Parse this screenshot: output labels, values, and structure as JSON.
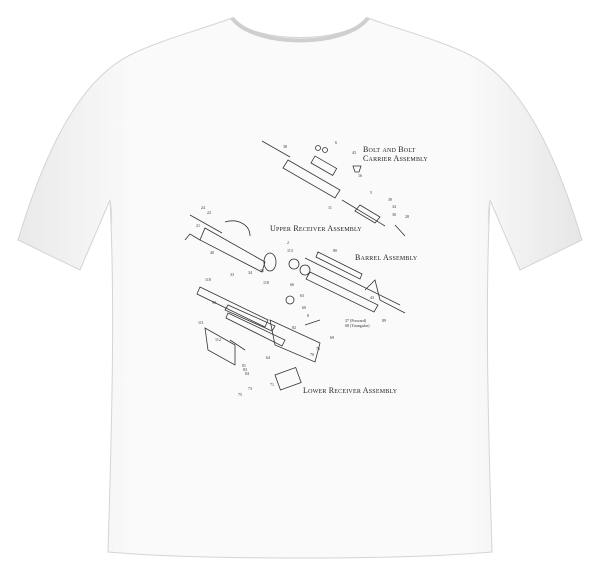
{
  "product": {
    "type": "T-shirt",
    "shirt_color": "#ffffff",
    "ink_color": "#222222"
  },
  "print": {
    "labels": {
      "bolt": "Bolt and Bolt Carrier Assembly",
      "upper": "Upper Receiver Assembly",
      "barrel": "Barrel Assembly",
      "lower": "Lower Receiver Assembly"
    },
    "annotations": {
      "forward": "37 (Forward)",
      "triangular": "68 (Triangular)"
    },
    "part_numbers": [
      "38",
      "6",
      "43",
      "16",
      "5",
      "11",
      "39",
      "34",
      "30",
      "28",
      "24",
      "22",
      "21",
      "40",
      "2",
      "113",
      "35",
      "34",
      "33",
      "80",
      "66",
      "110",
      "118",
      "63",
      "60",
      "43",
      "89",
      "90",
      "112",
      "111",
      "82",
      "8",
      "69",
      "64",
      "81",
      "83",
      "84",
      "71",
      "73",
      "75",
      "76",
      "70"
    ]
  }
}
